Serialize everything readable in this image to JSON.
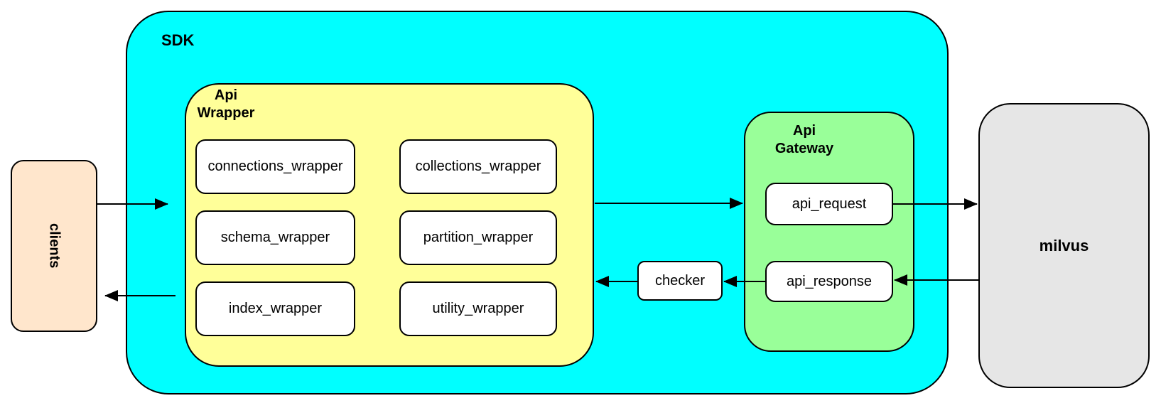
{
  "diagram": {
    "colors": {
      "sdk_fill": "#00FFFF",
      "api_wrapper_fill": "#FFFF99",
      "api_gateway_fill": "#99FF99",
      "clients_fill": "#FFE6CC",
      "milvus_fill": "#E6E6E6",
      "leaf_node_fill": "#FFFFFF",
      "border": "#000000"
    },
    "nodes": {
      "clients": {
        "label": "clients"
      },
      "sdk": {
        "label": "SDK"
      },
      "api_wrapper": {
        "label": "Api\nWrapper"
      },
      "connections_wrapper": {
        "label": "connections_wrapper"
      },
      "collections_wrapper": {
        "label": "collections_wrapper"
      },
      "schema_wrapper": {
        "label": "schema_wrapper"
      },
      "partition_wrapper": {
        "label": "partition_wrapper"
      },
      "index_wrapper": {
        "label": "index_wrapper"
      },
      "utility_wrapper": {
        "label": "utility_wrapper"
      },
      "api_gateway": {
        "label": "Api\nGateway"
      },
      "api_request": {
        "label": "api_request"
      },
      "api_response": {
        "label": "api_response"
      },
      "checker": {
        "label": "checker"
      },
      "milvus": {
        "label": "milvus"
      }
    },
    "edges": [
      {
        "from": "clients",
        "to": "sdk"
      },
      {
        "from": "api_wrapper",
        "to": "api_gateway"
      },
      {
        "from": "api_request",
        "to": "milvus"
      },
      {
        "from": "milvus",
        "to": "api_response"
      },
      {
        "from": "api_response",
        "to": "checker"
      },
      {
        "from": "checker",
        "to": "api_wrapper"
      },
      {
        "from": "sdk",
        "to": "clients"
      }
    ]
  }
}
